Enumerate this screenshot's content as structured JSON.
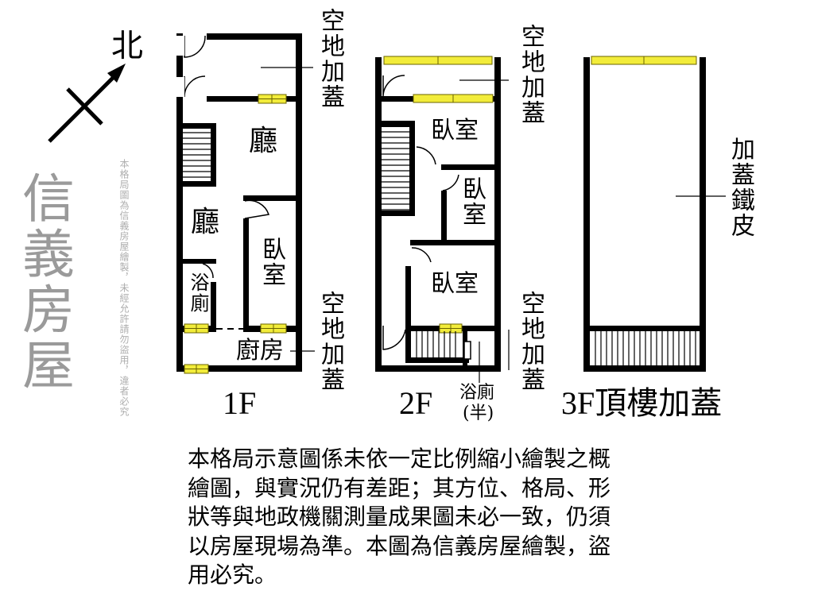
{
  "compass": {
    "north_label": "北"
  },
  "floor_1": {
    "label": "1F",
    "rooms": [
      "廳",
      "廳",
      "臥室",
      "浴廁",
      "廚房"
    ],
    "annex_top": "空地加蓋",
    "annex_bottom": "空地加蓋"
  },
  "floor_2": {
    "label": "2F",
    "rooms": [
      "臥室",
      "臥室",
      "臥室"
    ],
    "half_bath": "浴廁",
    "half_bath_note": "(半)",
    "annex_top": "空地加蓋",
    "annex_bottom": "空地加蓋"
  },
  "floor_3": {
    "label": "3F頂樓加蓋",
    "annex": "加蓋鐵皮"
  },
  "watermark": {
    "brand": "信義房屋",
    "notice": "本格局圖為信義房屋繪製，未經允許請勿盜用，違者必究"
  },
  "disclaimer": {
    "lines": [
      "本格局示意圖係未依一定比例縮小繪製之概",
      "繪圖，與實況仍有差距；其方位、格局、形",
      "狀等與地政機關測量成果圖未必一致，仍須",
      "以房屋現場為準。本圖為信義房屋繪製，盜",
      "用必究。"
    ]
  },
  "colors": {
    "wall": "#000000",
    "window": "#f2ec3a",
    "watermark": "#787878"
  }
}
